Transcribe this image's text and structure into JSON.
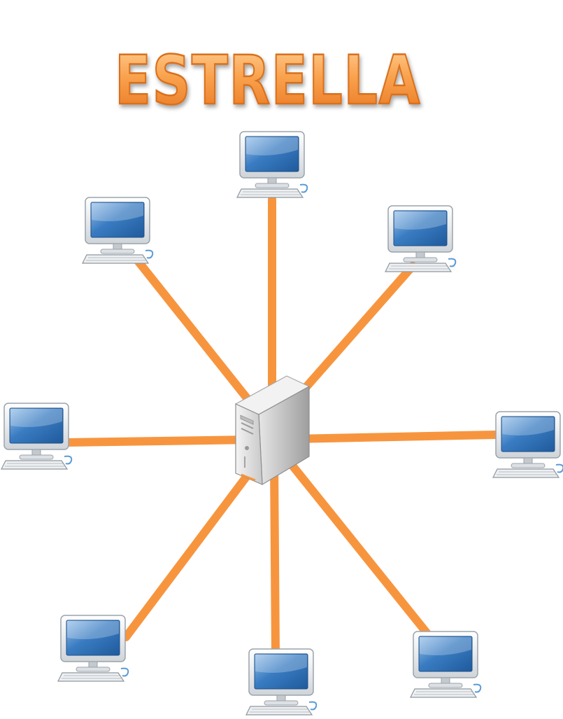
{
  "diagram": {
    "title": "ESTRELLA",
    "colors": {
      "title_fill": "#f7a04a",
      "title_stroke": "#e07820",
      "link": "#f7953f",
      "screen": "#2c6fb5",
      "monitor_frame": "#e9ecef",
      "server_body": "#d9d9d9"
    },
    "hub": {
      "name": "server",
      "icon": "server-tower-icon"
    },
    "nodes": [
      {
        "name": "computer-top",
        "icon": "desktop-computer-icon"
      },
      {
        "name": "computer-top-left",
        "icon": "desktop-computer-icon"
      },
      {
        "name": "computer-top-right",
        "icon": "desktop-computer-icon"
      },
      {
        "name": "computer-left",
        "icon": "desktop-computer-icon"
      },
      {
        "name": "computer-right",
        "icon": "desktop-computer-icon"
      },
      {
        "name": "computer-bottom-left",
        "icon": "desktop-computer-icon"
      },
      {
        "name": "computer-bottom",
        "icon": "desktop-computer-icon"
      },
      {
        "name": "computer-bottom-right",
        "icon": "desktop-computer-icon"
      }
    ]
  }
}
